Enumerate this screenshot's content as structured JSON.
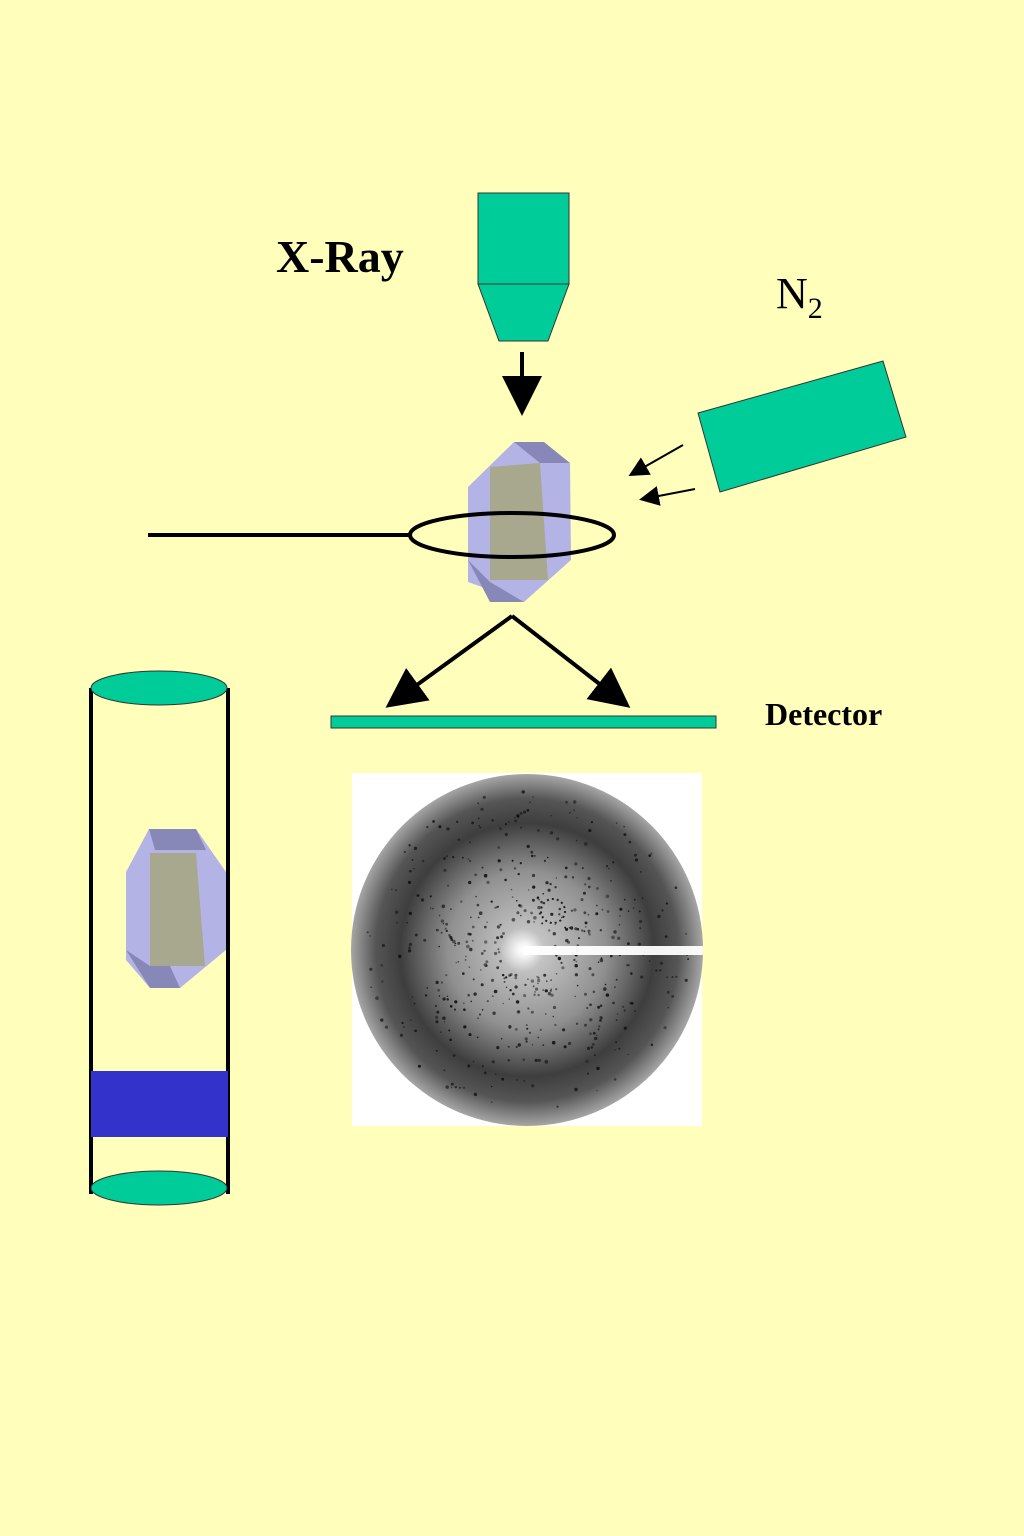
{
  "labels": {
    "xray": "X-Ray",
    "n2_main": "N",
    "n2_sub": "2",
    "detector": "Detector"
  },
  "colors": {
    "background": "#ffffbb",
    "equipment": "#00cc99",
    "crystal_face": "#b3b3e6",
    "crystal_dark": "#8080b0",
    "crystal_core": "#a8a88a",
    "cryo_band": "#3333cc",
    "lines": "#000000"
  }
}
